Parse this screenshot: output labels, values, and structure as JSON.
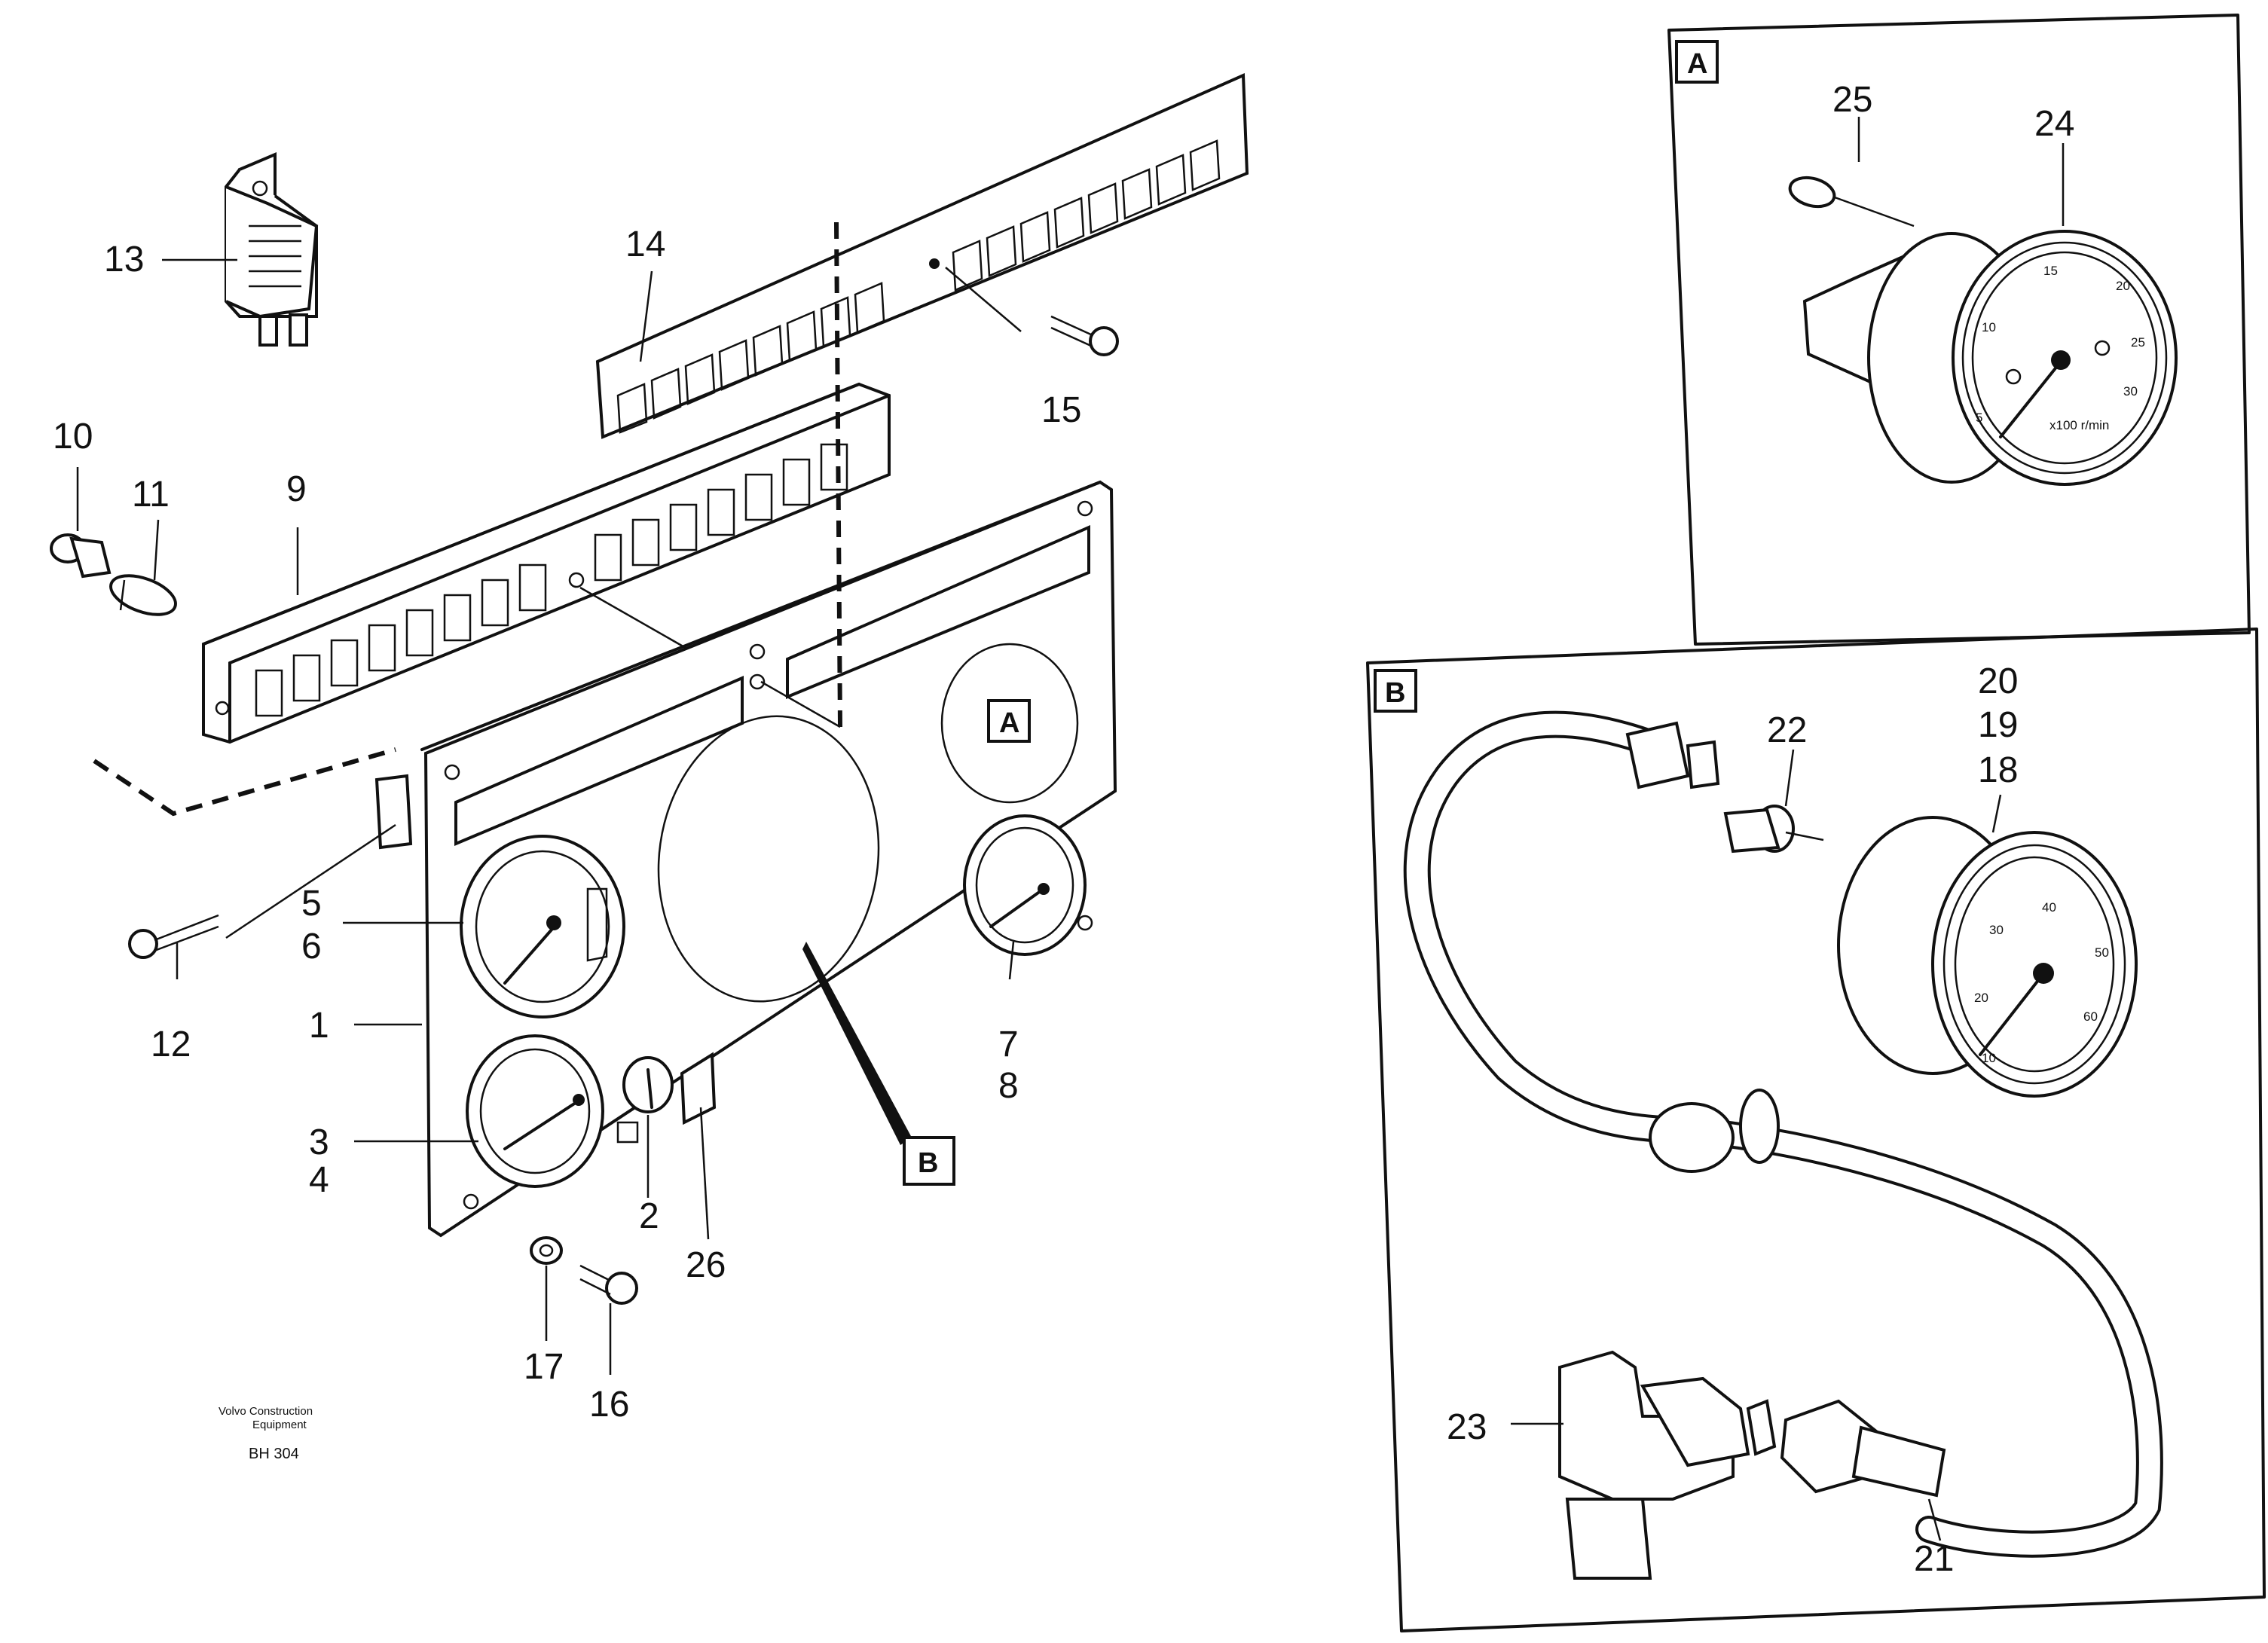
{
  "callouts": {
    "c1": "1",
    "c2": "2",
    "c3": "3",
    "c4": "4",
    "c5": "5",
    "c6": "6",
    "c7": "7",
    "c8": "8",
    "c9": "9",
    "c10": "10",
    "c11": "11",
    "c12": "12",
    "c13": "13",
    "c14": "14",
    "c15": "15",
    "c16": "16",
    "c17": "17",
    "c18": "18",
    "c19": "19",
    "c20": "20",
    "c21": "21",
    "c22": "22",
    "c23": "23",
    "c24": "24",
    "c25": "25",
    "c26": "26"
  },
  "detail_labels": {
    "a": "A",
    "b": "B"
  },
  "footer": {
    "company_line1": "Volvo Construction",
    "company_line2": "Equipment",
    "code": "BH 304"
  },
  "tachometer": {
    "ticks": [
      "5",
      "10",
      "15",
      "20",
      "25",
      "30"
    ],
    "unit": "x100 r/min"
  },
  "speedometer": {
    "ticks": [
      "10",
      "20",
      "30",
      "40",
      "50",
      "60"
    ]
  },
  "colors": {
    "ink": "#111111",
    "paper": "#ffffff"
  }
}
